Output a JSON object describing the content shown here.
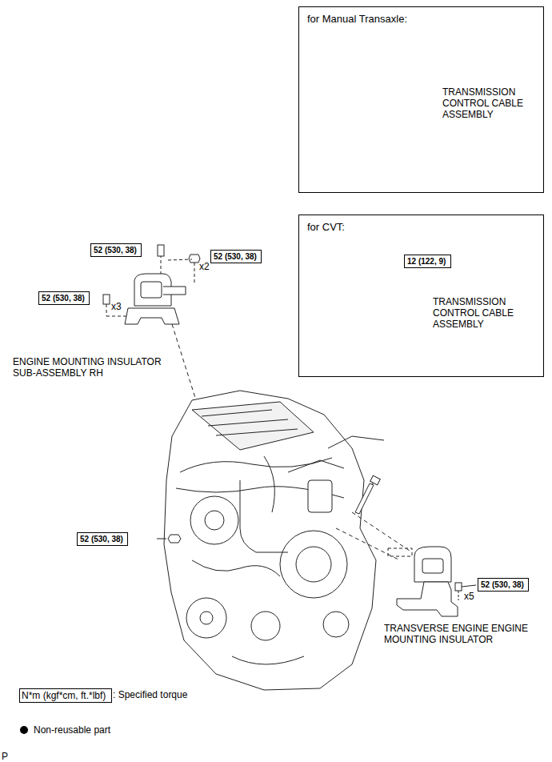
{
  "diagram": {
    "nodes": [
      {
        "text": [
          "for Manual Transaxle:"
        ]
      },
      {
        "text": [
          "52 (530, 38)"
        ]
      },
      {
        "text": [
          "52 (530, 38)"
        ]
      },
      {
        "text": [
          "for CVT:"
        ]
      },
      {
        "text": [
          "12 (122, 9)"
        ],
        "in": 3
      },
      {
        "text": [
          "52 (530, 38)"
        ]
      },
      {
        "text": [
          "52 (530, 38)"
        ]
      },
      {
        "text": [
          "52 (530, 38)"
        ]
      },
      {
        "text": [
          "N*m (kgf*cm, ft.*lbf)"
        ]
      }
    ],
    "labels": [
      "TRANSMISSION CONTROL CABLE ASSEMBLY",
      "TRANSMISSION CONTROL CABLE ASSEMBLY",
      "x2",
      "x3",
      "ENGINE MOUNTING INSULATOR SUB-ASSEMBLY RH",
      "x5",
      "TRANSVERSE ENGINE ENGINE MOUNTING INSULATOR",
      ": Specified torque",
      "P"
    ],
    "legend": [
      {
        "text": "Non-reusable part"
      }
    ]
  }
}
